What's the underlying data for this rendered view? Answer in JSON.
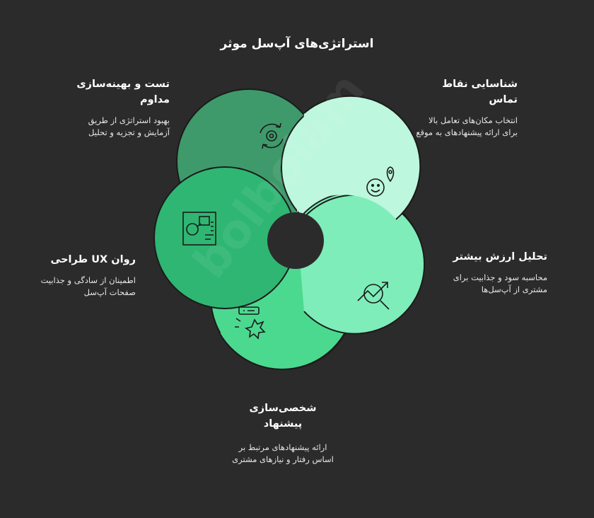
{
  "title": "استراتژی‌های آپ‌سل موثر",
  "items": [
    {
      "heading": "تست و بهینه‌سازی مداوم",
      "desc": "بهبود استراتژی از طریق آزمایش و تجزیه و تحلیل",
      "icon": "gear-refresh-icon"
    },
    {
      "heading": "شناسایی نقاط تماس",
      "desc": "انتخاب مکان‌های تعامل بالا برای ارائه پیشنهادهای به موقع",
      "icon": "smiley-location-icon"
    },
    {
      "heading": "تحلیل ارزش بیشتر",
      "desc": "محاسبه سود و جذابیت برای مشتری از آپ‌سل‌ها",
      "icon": "chart-magnifier-icon"
    },
    {
      "heading": "شخصی‌سازی پیشنهاد",
      "desc": "ارائه پیشنهادهای مرتبط بر اساس رفتار و نیازهای مشتری",
      "icon": "click-burst-icon"
    },
    {
      "heading": "روان UX طراحی",
      "desc": "اطمینان از سادگی و جذابیت صفحات آپ‌سل",
      "icon": "ui-layout-icon"
    }
  ],
  "colors": {
    "background": "#2b2b2b",
    "top": "#3f9a6b",
    "top_right": "#bdf7dd",
    "right": "#7eedb9",
    "bottom": "#4bd98f",
    "left": "#2fb673",
    "outline": "#1b1b1b"
  },
  "watermark": "bolbolam"
}
